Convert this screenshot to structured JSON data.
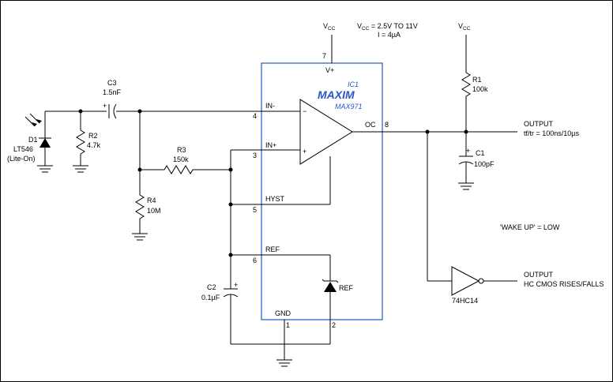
{
  "vcc": "V",
  "vcc_sub": "CC",
  "supply_note": {
    "line1_pre": "V",
    "line1_sub": "CC",
    "line1_post": " = 2.5V TO 11V",
    "line2": "I = 4µA"
  },
  "ic": {
    "ref": "IC1",
    "logo": "MAXIM",
    "part": "MAX971",
    "pins": {
      "v_plus": "V+",
      "v_plus_num": "7",
      "in_minus": "IN-",
      "in_minus_num": "4",
      "in_plus": "IN+",
      "in_plus_num": "3",
      "hyst": "HYST",
      "hyst_num": "5",
      "ref": "REF",
      "ref_num": "6",
      "oc": "OC",
      "oc_num": "8",
      "gnd": "GND",
      "gnd1_num": "1",
      "gnd2_num": "2"
    },
    "ref_label": "REF"
  },
  "components": {
    "d1": {
      "ref": "D1",
      "value": "LT546",
      "note": "(Lite-On)"
    },
    "r2": {
      "ref": "R2",
      "value": "4.7k"
    },
    "c3": {
      "ref": "C3",
      "value": "1.5nF"
    },
    "r3": {
      "ref": "R3",
      "value": "150k"
    },
    "r4": {
      "ref": "R4",
      "value": "10M"
    },
    "c2": {
      "ref": "C2",
      "value": "0.1µF"
    },
    "r1": {
      "ref": "R1",
      "value": "100k"
    },
    "c1": {
      "ref": "C1",
      "value": "100pF"
    },
    "inv": {
      "value": "74HC14"
    }
  },
  "outputs": {
    "top_label": "OUTPUT",
    "top_spec": "tf/tr = 100ns/10µs",
    "wake": "'WAKE UP' = LOW",
    "bottom_label": "OUTPUT",
    "bottom_spec": "HC CMOS RISES/FALLS"
  },
  "polarity": "+",
  "minus": "−"
}
